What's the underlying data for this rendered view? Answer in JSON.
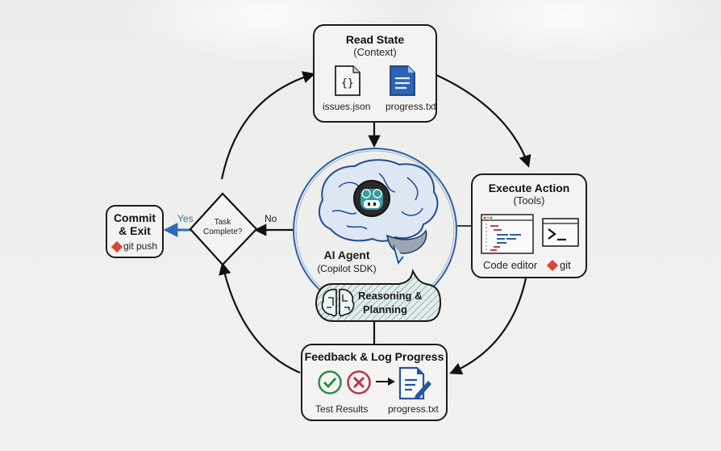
{
  "colors": {
    "ink": "#1a1a1a",
    "blue_accent": "#2a5fa8",
    "yes_arrow": "#2c6db5",
    "git_red": "#d9473a",
    "check_green": "#2f8a4a",
    "cross_red": "#b8364a",
    "doc_blue": "#2453a4"
  },
  "nodes": {
    "read_state": {
      "title": "Read State",
      "subtitle": "(Context)",
      "items": [
        {
          "icon": "json-file-icon",
          "label": "issues.json"
        },
        {
          "icon": "text-document-icon",
          "label": "progress.txt"
        }
      ]
    },
    "execute_action": {
      "title": "Execute Action",
      "subtitle": "(Tools)",
      "items": [
        {
          "icon": "code-editor-icon",
          "label": "Code editor"
        },
        {
          "icon": "terminal-icon",
          "label": "git"
        }
      ]
    },
    "feedback": {
      "title": "Feedback & Log Progress",
      "items": [
        {
          "icon": "check-circle-icon",
          "label": "Test Results"
        },
        {
          "icon": "edit-document-icon",
          "label": "progress.txt"
        }
      ]
    },
    "commit": {
      "title_line1": "Commit",
      "title_line2": "& Exit",
      "git_label": "git push"
    },
    "agent": {
      "title": "AI Agent",
      "subtitle": "(Copilot SDK)",
      "bubble_line1": "Reasoning &",
      "bubble_line2": "Planning"
    },
    "decision": {
      "line1": "Task",
      "line2": "Complete?",
      "yes_label": "Yes",
      "no_label": "No"
    }
  }
}
